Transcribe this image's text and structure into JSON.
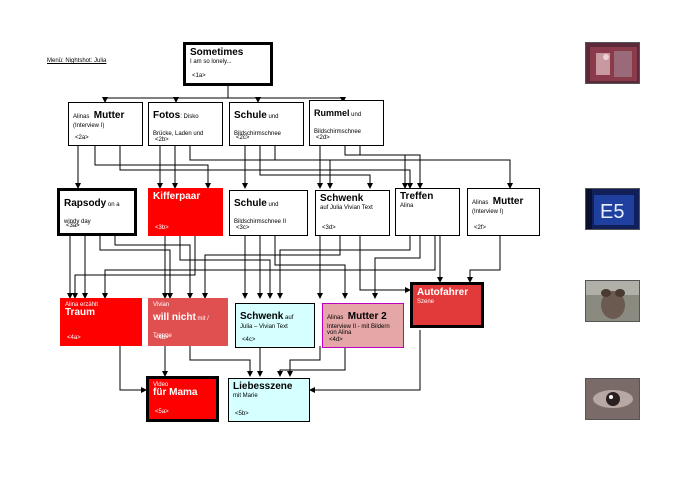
{
  "menu": {
    "label": "Menü: Nightshot: Julia"
  },
  "nodes": {
    "sometimes": {
      "title": "Sometimes",
      "sub": "I am so lonely...",
      "code": "<1a>"
    },
    "mutter2a": {
      "pre": "Alinas",
      "title": "Mutter",
      "sub": "(Interview I)",
      "code": "<2a>"
    },
    "fotos": {
      "title": "Fotos",
      "sub": ": Disko Brücke, Laden und Audio",
      "code": "<2b>"
    },
    "schule2c": {
      "title": "Schule",
      "sub": " und Bildschirmschnee",
      "code": "<2c>"
    },
    "rummel": {
      "title": "Rummel",
      "sub": " und Bildschirmschnee",
      "code": "<2d>"
    },
    "rapsody": {
      "title": "Rapsody",
      "sub": " on a windy day",
      "code": "<3a>"
    },
    "kifferpaar": {
      "title": "Kifferpaar",
      "code": "<3b>"
    },
    "schule3c": {
      "title": "Schule",
      "sub": " und Bildschirmschnee II",
      "code": "<3c>"
    },
    "schwenk3d": {
      "title": "Schwenk",
      "sub": "auf Julia Vivian Text",
      "code": "<3d>"
    },
    "treffen": {
      "title": "Treffen",
      "sub": "Alina",
      "code": ""
    },
    "mutter2f": {
      "pre": "Alinas",
      "title": "Mutter",
      "sub": "(Interview I)",
      "code": "<2f>"
    },
    "traum": {
      "pre": "Alina erzählt",
      "title": "Traum",
      "code": "<4a>"
    },
    "willnicht": {
      "pre": "Vivian",
      "title": "will  nicht",
      "sub": " mit / Treppe",
      "code": "<4b>"
    },
    "schwenk4c": {
      "title": "Schwenk",
      "sub": " auf",
      "sub2": "Julia – Vivian Text",
      "code": "<4c>"
    },
    "mutter4d": {
      "pre": "Alinas",
      "title": "Mutter 2",
      "sub": "Interview II - mit Bildern von Alina",
      "code": "<4d>"
    },
    "autofahrer": {
      "title": "Autofahrer",
      "sub": "Szene",
      "code": ""
    },
    "mama": {
      "pre": "Video",
      "title": "für Mama",
      "code": "<5a>"
    },
    "liebesszene": {
      "title": "Liebesszene",
      "sub": "mit Marie",
      "code": "<5b>"
    }
  },
  "thumbnails": [
    {
      "icon": "video-still-disco"
    },
    {
      "icon": "video-still-sign"
    },
    {
      "icon": "video-still-person"
    },
    {
      "icon": "video-still-eye"
    }
  ],
  "colors": {
    "red": "#ff0000",
    "rose": "#e05050",
    "cyan": "#d6ffff",
    "pink": "#e4a6a6",
    "magenta_border": "#c000c0"
  }
}
